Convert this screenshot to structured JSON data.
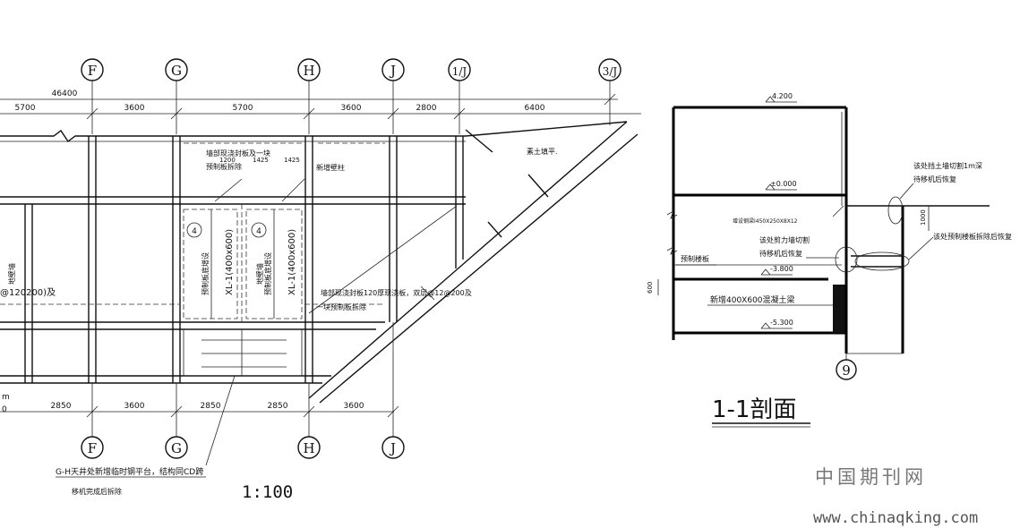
{
  "plan": {
    "grid_top": [
      "F",
      "G",
      "H",
      "J",
      "1/J",
      "3/J"
    ],
    "grid_bottom": [
      "F",
      "G",
      "H",
      "J"
    ],
    "dims_top_total": "46400",
    "dims_top": [
      "5700",
      "3600",
      "5700",
      "3600",
      "2800",
      "6400"
    ],
    "dims_bottom": [
      "2850",
      "3600",
      "2850",
      "2850",
      "3600"
    ],
    "beam_mark": "4",
    "beam_left": "XL-1(400x600)",
    "beam_right": "XL-1(400x600)",
    "notes": {
      "top": "墙部现浇封板及一块",
      "top2": "预制板拆除",
      "dim_a": "1200",
      "dim_b": "1425",
      "dim_c": "1425",
      "new_column": "新增壁柱",
      "soil": "素土填平.",
      "left_wall": "地壁墙",
      "left_text": "@120200)及",
      "mid": "墙部现浇封板120厚现浇板，双层@12@200及",
      "mid2": "一块预制板拆除",
      "v1": "预制板底增设",
      "v2": "预制板底增设",
      "v3": "地壁墙",
      "bottom1": "G-H天井处新增临时钢平台，结构同CD跨",
      "bottom2": "移机完成后拆除",
      "left_m": "m",
      "left_o": "0"
    },
    "scale": "1:100"
  },
  "section": {
    "elev_top": "4.200",
    "elev_zero": "±0.000",
    "beam_note": "增设钢梁I450X250X8X12",
    "precast": "预制楼板",
    "elev_m38": "-3.800",
    "new_beam": "新增400X600混凝土梁",
    "elev_m53": "-5.300",
    "dim_600": "600",
    "dim_1000": "1000",
    "note_retain1": "该处挡土墙切割1m深",
    "note_retain2": "待移机后恢复",
    "note_shear1": "该处剪力墙切割",
    "note_shear2": "待移机后恢复",
    "note_slab": "该处预制楼板拆除后恢复",
    "grid": "9",
    "title": "1-1剖面"
  },
  "watermark": {
    "cn": "中国期刊网",
    "url": "www.chinaqking.com"
  }
}
